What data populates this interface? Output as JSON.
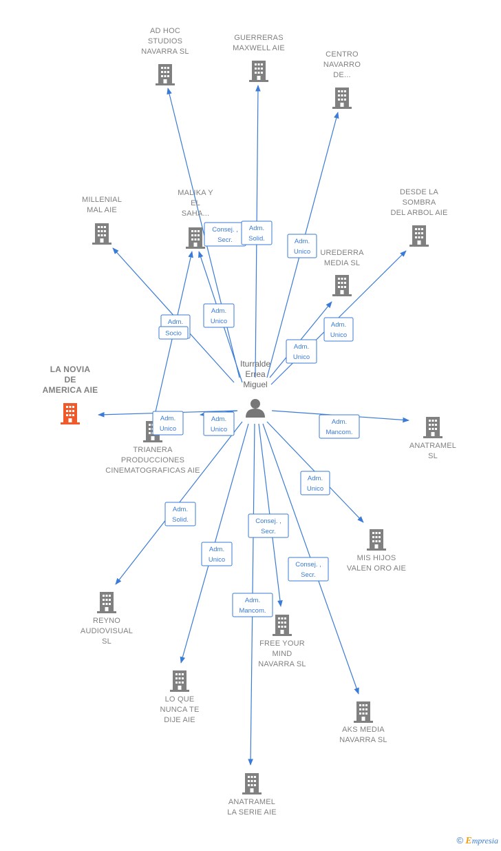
{
  "colors": {
    "edge": "#3a7bd5",
    "node": "#808080",
    "main_node": "#f0592a",
    "person": "#777777"
  },
  "center": {
    "lines": [
      "Iturralde",
      "Errea",
      "Miguel"
    ],
    "icon": "person-icon"
  },
  "nodes": [
    {
      "id": "adhoc",
      "lines": [
        "AD HOC",
        "STUDIOS",
        "NAVARRA  SL"
      ]
    },
    {
      "id": "guerreras",
      "lines": [
        "GUERRERAS",
        "MAXWELL AIE"
      ]
    },
    {
      "id": "centro",
      "lines": [
        "CENTRO",
        "NAVARRO",
        "DE..."
      ]
    },
    {
      "id": "millenial",
      "lines": [
        "MILLENIAL",
        "MAL AIE"
      ]
    },
    {
      "id": "malika",
      "lines": [
        "MALIKA Y",
        "EL",
        "SAHA..."
      ]
    },
    {
      "id": "desde",
      "lines": [
        "DESDE LA",
        "SOMBRA",
        "DEL ARBOL AIE"
      ]
    },
    {
      "id": "urederra",
      "lines": [
        "UREDERRA",
        "MEDIA  SL"
      ]
    },
    {
      "id": "lanovia",
      "lines": [
        "LA NOVIA",
        "DE",
        "AMERICA AIE"
      ],
      "main": true
    },
    {
      "id": "trianera",
      "lines": [
        "TRIANERA",
        "PRODUCCIONES",
        "CINEMATOGRAFICAS AIE"
      ]
    },
    {
      "id": "anatramel",
      "lines": [
        "ANATRAMEL",
        "SL"
      ]
    },
    {
      "id": "mishijos",
      "lines": [
        "MIS HIJOS",
        "VALEN ORO AIE"
      ]
    },
    {
      "id": "reyno",
      "lines": [
        "REYNO",
        "AUDIOVISUAL",
        "SL"
      ]
    },
    {
      "id": "freeyour",
      "lines": [
        "FREE YOUR",
        "MIND",
        "NAVARRA  SL"
      ]
    },
    {
      "id": "loque",
      "lines": [
        "LO QUE",
        "NUNCA TE",
        "DIJE AIE"
      ]
    },
    {
      "id": "aksmedia",
      "lines": [
        "AKS MEDIA",
        "NAVARRA  SL"
      ]
    },
    {
      "id": "anatramelserie",
      "lines": [
        "ANATRAMEL",
        "LA SERIE AIE"
      ]
    }
  ],
  "roles": [
    {
      "id": "r-adhoc",
      "lines": [
        "Consej. ,",
        "Secr."
      ]
    },
    {
      "id": "r-guerreras",
      "lines": [
        "Adm.",
        "Solid."
      ]
    },
    {
      "id": "r-centro",
      "lines": [
        "Adm.",
        "Unico"
      ]
    },
    {
      "id": "r-millenial",
      "lines": [
        "Adm.",
        "Unico"
      ]
    },
    {
      "id": "r-socio",
      "lines": [
        "Socio"
      ]
    },
    {
      "id": "r-malika",
      "lines": [
        "Adm.",
        "Unico"
      ]
    },
    {
      "id": "r-desde",
      "lines": [
        "Adm.",
        "Unico"
      ]
    },
    {
      "id": "r-urederra",
      "lines": [
        "Adm.",
        "Unico"
      ]
    },
    {
      "id": "r-lanovia",
      "lines": [
        "Adm.",
        "Unico"
      ]
    },
    {
      "id": "r-trianera",
      "lines": [
        "Adm.",
        "Unico"
      ]
    },
    {
      "id": "r-anatramel",
      "lines": [
        "Adm.",
        "Mancom."
      ]
    },
    {
      "id": "r-mishijos",
      "lines": [
        "Adm.",
        "Unico"
      ]
    },
    {
      "id": "r-reyno",
      "lines": [
        "Adm.",
        "Solid."
      ]
    },
    {
      "id": "r-freeyour",
      "lines": [
        "Consej. ,",
        "Secr."
      ]
    },
    {
      "id": "r-loque",
      "lines": [
        "Adm.",
        "Unico"
      ]
    },
    {
      "id": "r-aksmedia",
      "lines": [
        "Consej. ,",
        "Secr."
      ]
    },
    {
      "id": "r-anatramelserie",
      "lines": [
        "Adm.",
        "Mancom."
      ]
    }
  ],
  "watermark": {
    "copyright": "©",
    "brand_first": "E",
    "brand_rest": "mpresia"
  }
}
